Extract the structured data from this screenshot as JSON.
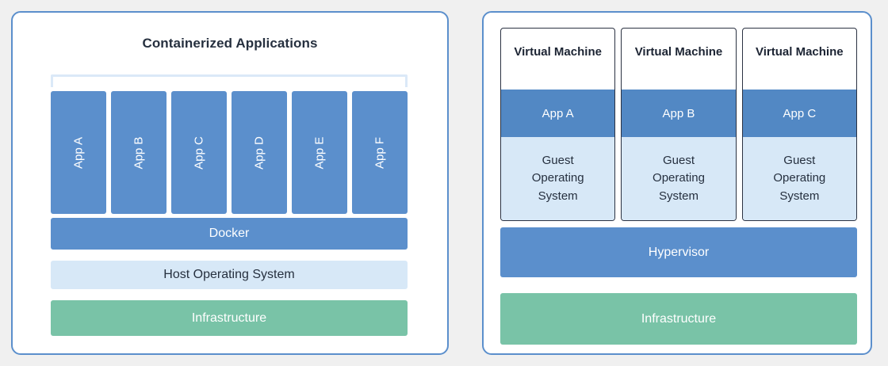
{
  "containers_panel": {
    "title": "Containerized Applications",
    "apps": [
      {
        "label": "App A"
      },
      {
        "label": "App B"
      },
      {
        "label": "App C"
      },
      {
        "label": "App D"
      },
      {
        "label": "App E"
      },
      {
        "label": "App F"
      }
    ],
    "layers": [
      {
        "label": "Docker"
      },
      {
        "label": "Host Operating System"
      },
      {
        "label": "Infrastructure"
      }
    ],
    "docker_label": "Docker",
    "host_os_label": "Host Operating System",
    "infrastructure_label": "Infrastructure"
  },
  "vms_panel": {
    "vms": [
      {
        "title": "Virtual Machine",
        "app_label": "App A",
        "guest_os_lines": [
          "Guest",
          "Operating",
          "System"
        ]
      },
      {
        "title": "Virtual Machine",
        "app_label": "App B",
        "guest_os_lines": [
          "Guest",
          "Operating",
          "System"
        ]
      },
      {
        "title": "Virtual Machine",
        "app_label": "App C",
        "guest_os_lines": [
          "Guest",
          "Operating",
          "System"
        ]
      }
    ],
    "hypervisor_label": "Hypervisor",
    "infrastructure_label": "Infrastructure"
  },
  "colors": {
    "page_background": "#f0f0f0",
    "panel_border": "#5b8fcc",
    "panel_fill": "#ffffff",
    "app_blue": "#5b8fcc",
    "vm_app_blue": "#5288c4",
    "light_blue": "#d7e8f7",
    "bracket_blue": "#dbe9f8",
    "green": "#79c3a7",
    "vm_border": "#2b3242",
    "text_dark": "#26303f",
    "text_light": "#ffffff"
  }
}
